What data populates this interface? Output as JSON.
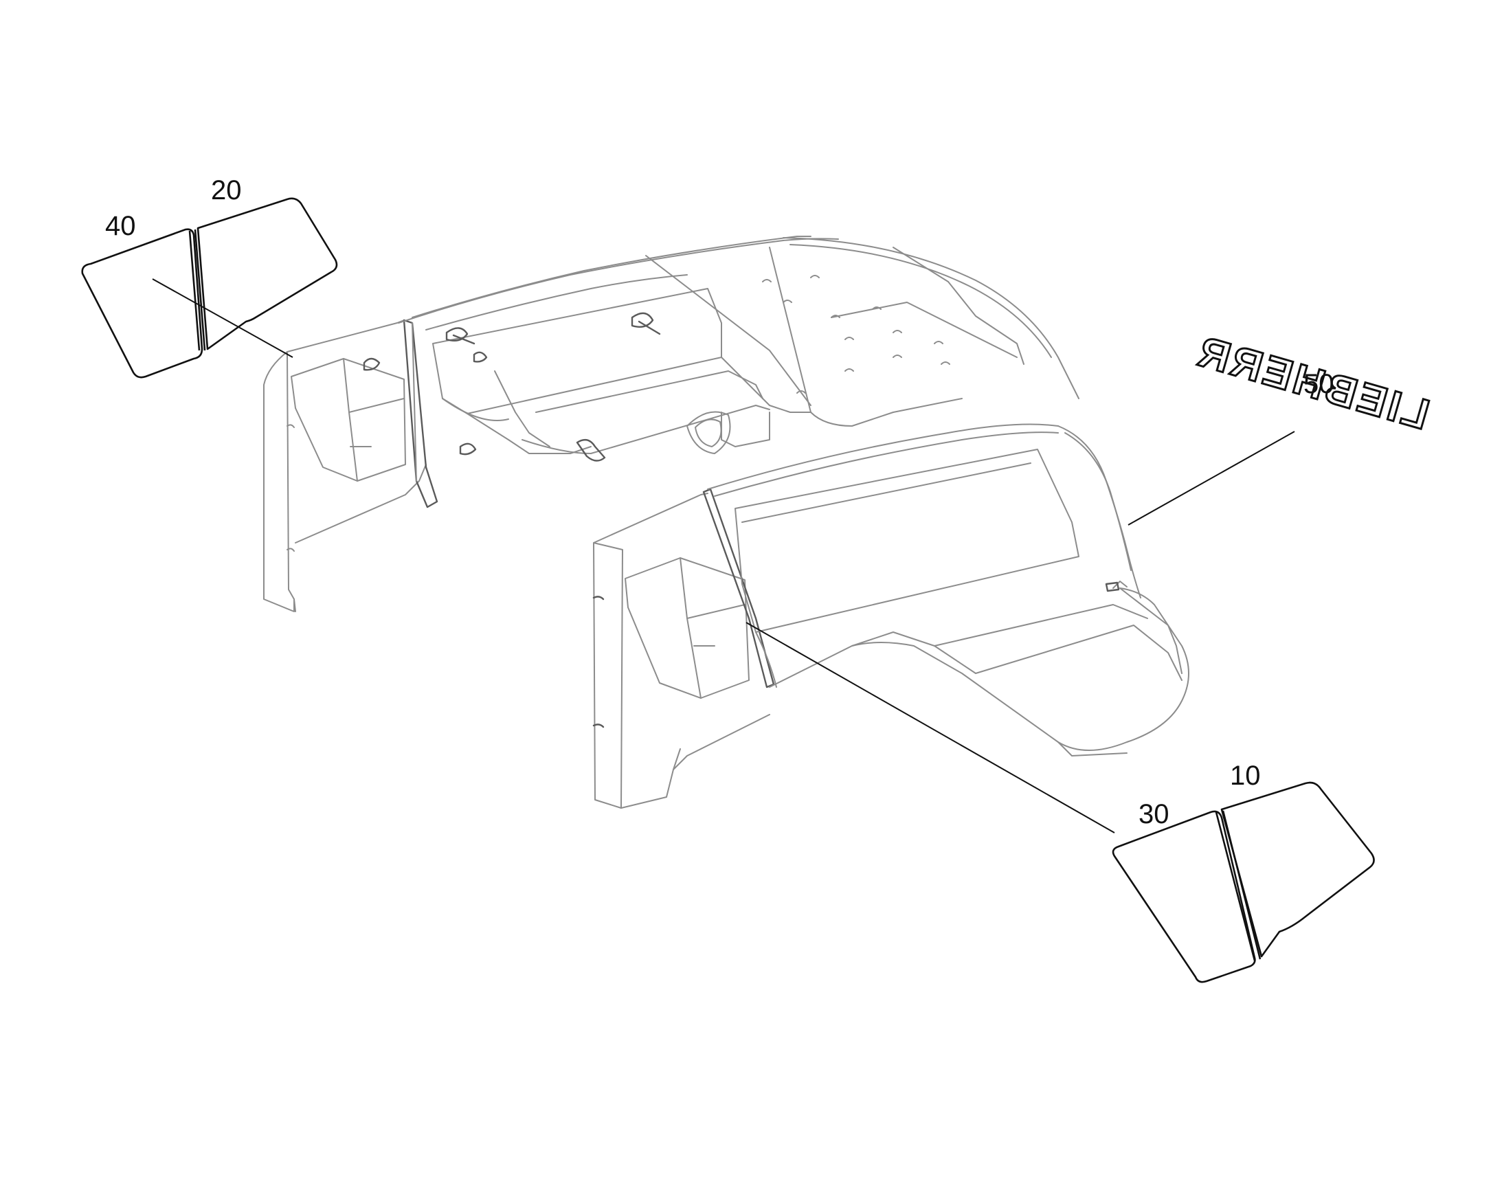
{
  "diagram": {
    "type": "exploded-parts-view",
    "callouts": [
      {
        "id": "10",
        "label": "10"
      },
      {
        "id": "20",
        "label": "20"
      },
      {
        "id": "30",
        "label": "30"
      },
      {
        "id": "40",
        "label": "40"
      },
      {
        "id": "50",
        "label": "50"
      }
    ],
    "logo": {
      "text": "LIEBHERR",
      "mirrored": true
    }
  },
  "colors": {
    "cab_line": "#8c8c8c",
    "part_line": "#111111",
    "background": "#ffffff"
  }
}
